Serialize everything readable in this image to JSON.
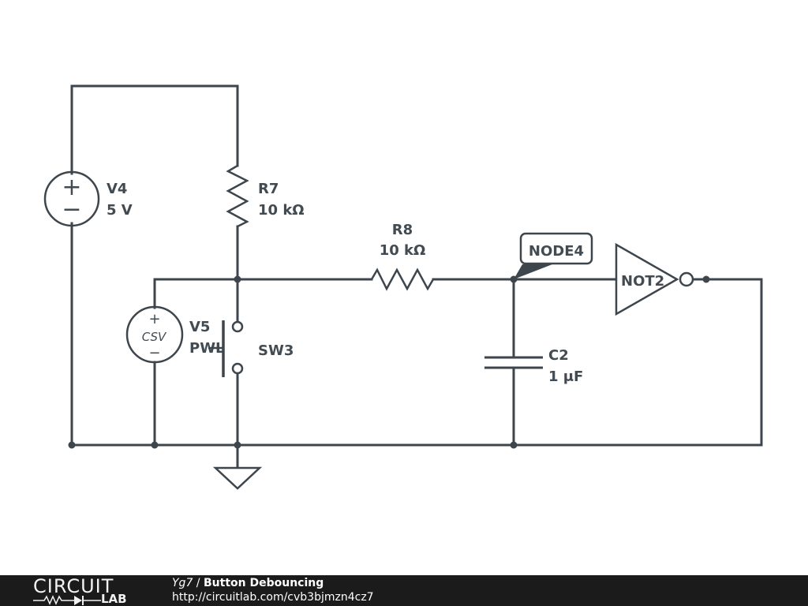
{
  "circuit": {
    "title": "Button Debouncing",
    "components": {
      "V4": {
        "name": "V4",
        "value": "5 V",
        "plus": "+",
        "minus": "−"
      },
      "R7": {
        "name": "R7",
        "value": "10 kΩ"
      },
      "R8": {
        "name": "R8",
        "value": "10 kΩ"
      },
      "V5": {
        "name": "V5",
        "value": "PWL",
        "inner": "CSV",
        "plus": "+",
        "minus": "−"
      },
      "SW3": {
        "name": "SW3"
      },
      "C2": {
        "name": "C2",
        "value": "1 μF"
      },
      "NOT2": {
        "name": "NOT2"
      },
      "NODE4": {
        "name": "NODE4"
      }
    },
    "colors": {
      "wire": "#3e464d",
      "label": "#434b52",
      "footer_bg": "#1b1b1b"
    }
  },
  "footer": {
    "logo_top": "CIRCUIT",
    "logo_bottom": "LAB",
    "user": "Yg7",
    "separator": " / ",
    "title": "Button Debouncing",
    "url": "http://circuitlab.com/cvb3bjmzn4cz7"
  }
}
